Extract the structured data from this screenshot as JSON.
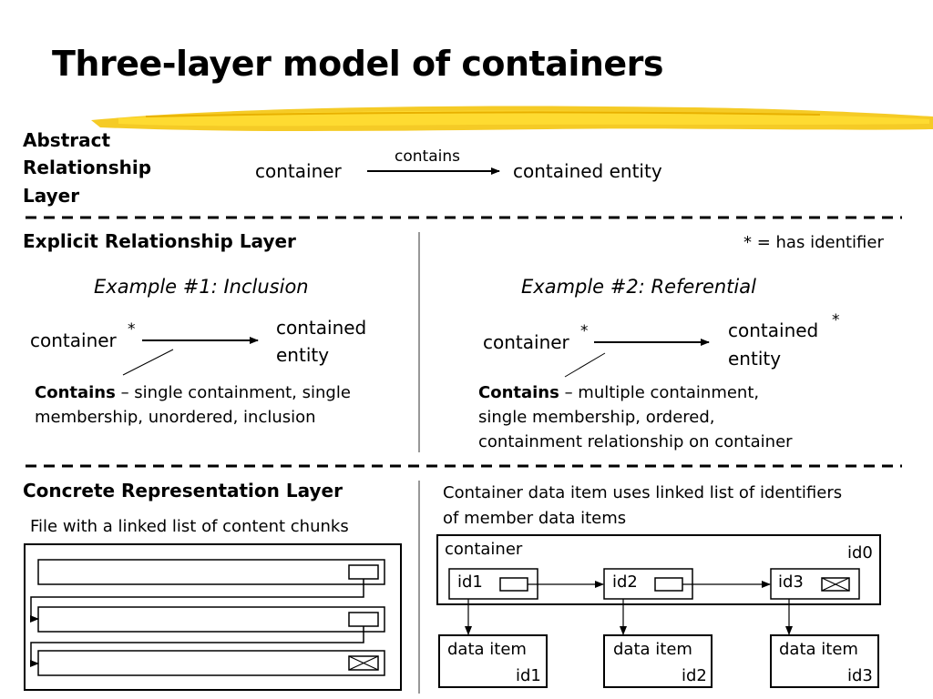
{
  "title": "Three-layer model of containers",
  "abstract_layer": {
    "label_lines": [
      "Abstract",
      "Relationship",
      "Layer"
    ],
    "source": "container",
    "relation": "contains",
    "target": "contained entity"
  },
  "explicit_layer": {
    "label": "Explicit Relationship Layer",
    "note": "* = has identifier",
    "star": "*",
    "example1": {
      "heading": "Example #1: Inclusion",
      "container": "container",
      "contained_lines": [
        "contained",
        "entity"
      ],
      "desc_bold": "Contains",
      "desc_line1": " – single containment, single",
      "desc_line2": "membership, unordered, inclusion"
    },
    "example2": {
      "heading": "Example #2: Referential",
      "container": "container",
      "contained_lines": [
        "contained",
        "entity"
      ],
      "desc_bold": "Contains",
      "desc_line1": " – multiple containment,",
      "desc_line2": "single membership, ordered,",
      "desc_line3": "containment relationship on container"
    }
  },
  "concrete_layer": {
    "label": "Concrete Representation Layer",
    "left_caption": "File with a linked list of content chunks",
    "right_caption_lines": [
      "Container data item uses linked list of identifiers",
      "of member data items"
    ],
    "container_label": "container",
    "container_id": "id0",
    "list_ids": [
      "id1",
      "id2",
      "id3"
    ],
    "data_items": [
      {
        "label": "data item",
        "id": "id1"
      },
      {
        "label": "data item",
        "id": "id2"
      },
      {
        "label": "data item",
        "id": "id3"
      }
    ]
  }
}
